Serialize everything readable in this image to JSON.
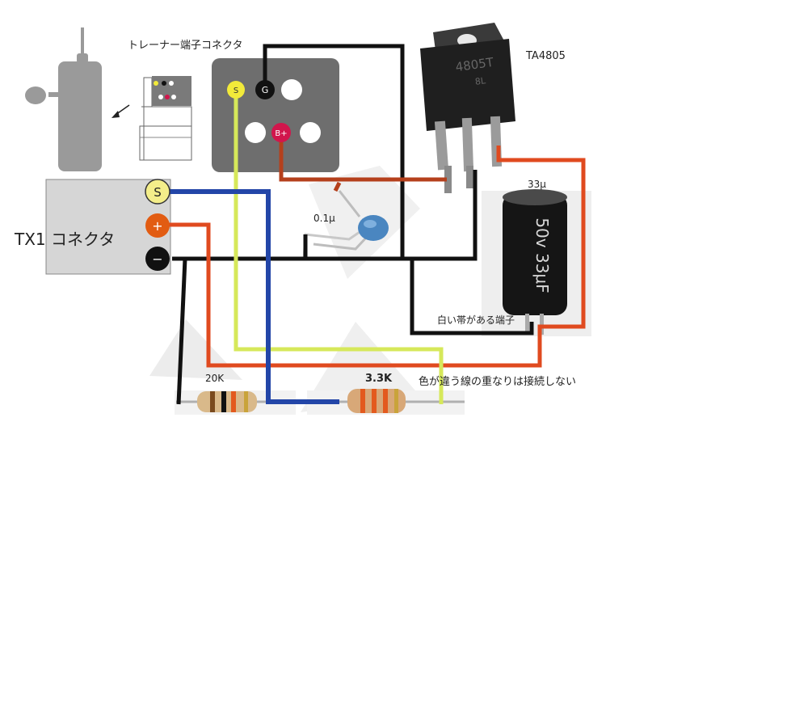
{
  "labels": {
    "trainer_connector": "トレーナー端子コネクタ",
    "ic_name": "TA4805",
    "cap_electrolytic": "33μ",
    "cap_ceramic": "0.1μ",
    "tx1_connector": "TX1 コネクタ",
    "white_band_terminal": "白い帯がある端子",
    "note_crossing": "色が違う線の重なりは接続しない",
    "resistor_20k": "20K",
    "resistor_3k3": "3.3K"
  },
  "trainer_pins": {
    "s": "S",
    "g": "G",
    "b_plus": "B+"
  },
  "tx1_pins": {
    "s": "S",
    "plus": "+",
    "minus": "−"
  },
  "ic_marking": {
    "line1": "4805T",
    "line2": "8L"
  },
  "cap_marking": {
    "text": "50v 33μF"
  },
  "colors": {
    "wire_black": "#111111",
    "wire_red": "#e04a1f",
    "wire_blue": "#2346a8",
    "wire_yellow": "#d6e85a",
    "wire_brown": "#b5401c",
    "connector_gray": "#6e6e6e",
    "pin_yellow": "#f2ea3a",
    "pin_red": "#d1164c",
    "pin_black": "#111111",
    "tx1_box": "#d6d6d6",
    "tx1_s": "#f4ee8a",
    "tx1_plus": "#e25c12"
  }
}
